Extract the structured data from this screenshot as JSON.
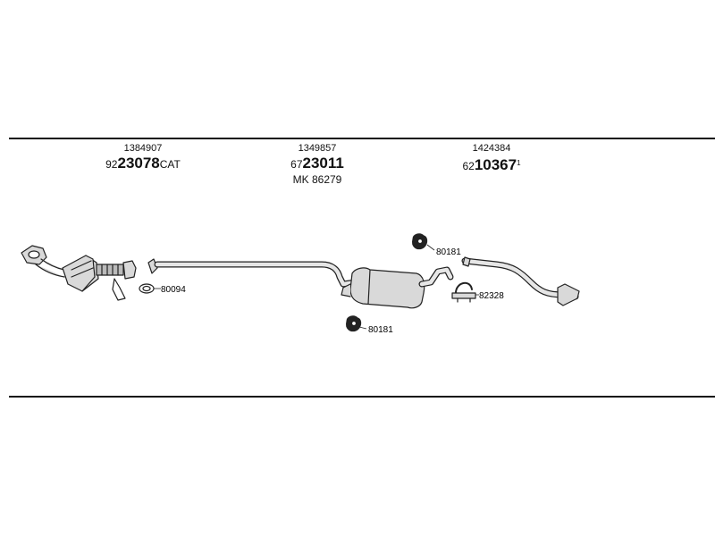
{
  "parts": [
    {
      "oe_number": "1384907",
      "prefix": "92",
      "main": "23078",
      "suffix": "CAT"
    },
    {
      "oe_number": "1349857",
      "prefix": "67",
      "main": "23011",
      "suffix": "",
      "extra": "MK 86279"
    },
    {
      "oe_number": "1424384",
      "prefix": "62",
      "main": "10367",
      "suffix": "",
      "sup": "1"
    }
  ],
  "callouts": [
    {
      "label": "80094"
    },
    {
      "label": "80181"
    },
    {
      "label": "82328"
    },
    {
      "label": "80181"
    }
  ],
  "colors": {
    "line": "#111111",
    "part_fill": "#d9d9d9",
    "part_stroke": "#222222"
  }
}
